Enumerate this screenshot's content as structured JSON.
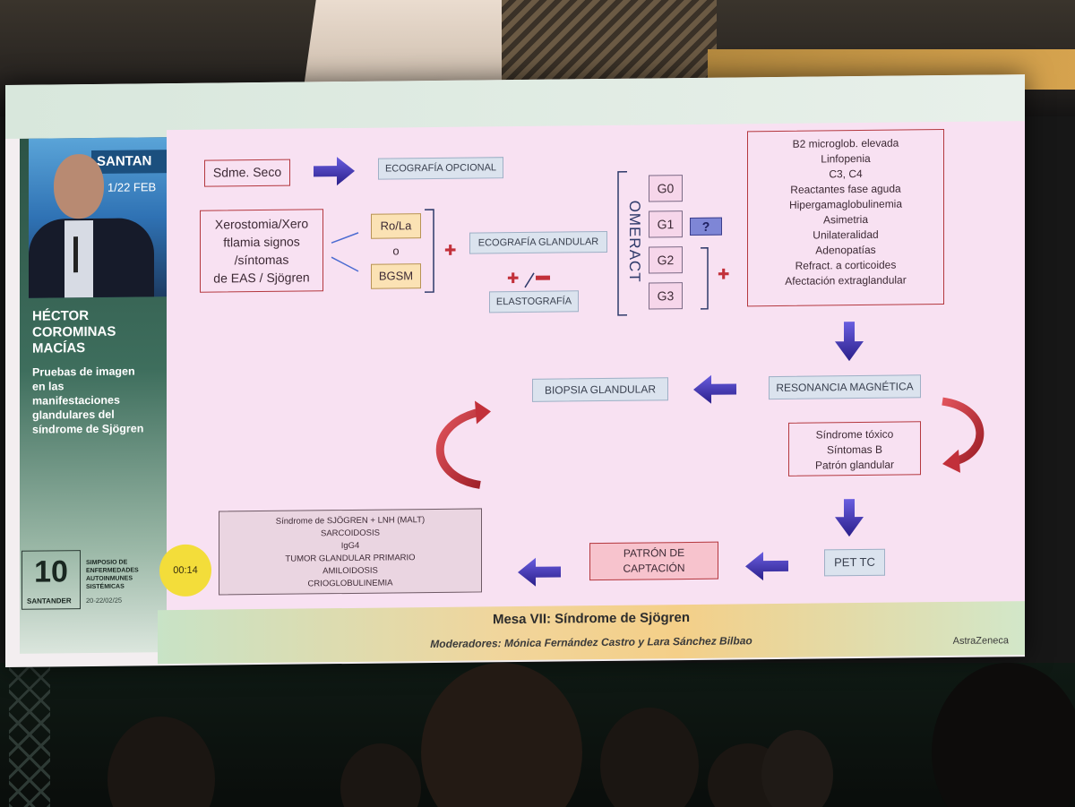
{
  "video": {
    "banner_1": "SANTAN",
    "banner_2": "1/22 FEB"
  },
  "speaker": {
    "name_lines": [
      "HÉCTOR",
      "COROMINAS",
      "MACÍAS"
    ],
    "talk_lines": [
      "Pruebas de imagen",
      "en las",
      "manifestaciones",
      "glandulares del",
      "síndrome de Sjögren"
    ]
  },
  "event": {
    "number": "10",
    "city": "SANTANDER",
    "desc_lines": [
      "SIMPOSIO DE",
      "ENFERMEDADES",
      "AUTOINMUNES",
      "SISTÉMICAS"
    ],
    "dates": "20-22/02/25"
  },
  "diagram": {
    "sdme_seco": "Sdme. Seco",
    "ecografia_opcional": "ECOGRAFÍA OPCIONAL",
    "xerostomia_lines": [
      "Xerostomia/Xero",
      "ftlamia signos",
      "/síntomas",
      "de EAS / Sjögren"
    ],
    "ro_la": "Ro/La",
    "o": "o",
    "bgsm": "BGSM",
    "ecografia_glandular": "ECOGRAFÍA GLANDULAR",
    "elastografia": "ELASTOGRAFÍA",
    "omeract": "OMERACT",
    "grades": [
      "G0",
      "G1",
      "G2",
      "G3"
    ],
    "question": "?",
    "criteria": [
      "B2 microglob. elevada",
      "Linfopenia",
      "C3, C4",
      "Reactantes fase aguda",
      "Hipergamaglobulinemia",
      "Asimetria",
      "Unilateralidad",
      "Adenopatías",
      "Refract. a corticoides",
      "Afectación extraglandular"
    ],
    "resonancia": "RESONANCIA MAGNÉTICA",
    "biopsia": "BIOPSIA GLANDULAR",
    "sintomas": [
      "Síndrome tóxico",
      "Síntomas B",
      "Patrón glandular"
    ],
    "pet_tc": "PET TC",
    "patron_lines": [
      "PATRÓN DE",
      "CAPTACIÓN"
    ],
    "diagnoses": [
      "Síndrome de SJÖGREN + LNH (MALT)",
      "SARCOIDOSIS",
      "IgG4",
      "TUMOR GLANDULAR PRIMARIO",
      "AMILOIDOSIS",
      "CRIOGLOBULINEMIA"
    ]
  },
  "timer": "00:14",
  "footer": {
    "title": "Mesa VII: Síndrome de Sjögren",
    "moderators": "Moderadores: Mónica Fernández Castro y Lara Sánchez Bilbao",
    "sponsor": "AstraZeneca"
  },
  "colors": {
    "slide_bg": "#f8e1f2",
    "arrow_blue": "#3b2fa6",
    "arrow_red": "#c2303a"
  }
}
